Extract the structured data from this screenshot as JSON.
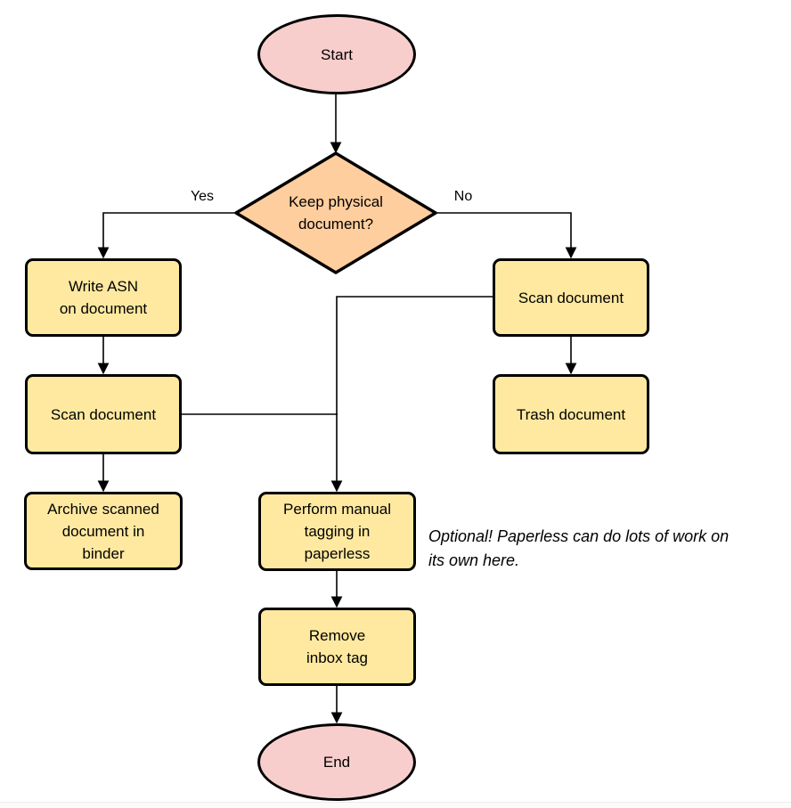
{
  "colors": {
    "background": "#ffffff",
    "terminator_fill": "#f8cecc",
    "decision_fill": "#ffce9e",
    "process_fill": "#ffe9a0",
    "border": "#000000",
    "connector": "#000000",
    "text": "#000000"
  },
  "nodes": {
    "start": {
      "label": "Start",
      "shape": "ellipse"
    },
    "decision": {
      "label": "Keep physical\ndocument?",
      "shape": "diamond"
    },
    "write_asn": {
      "label": "Write ASN\non document",
      "shape": "process"
    },
    "scan_left": {
      "label": "Scan document",
      "shape": "process"
    },
    "archive": {
      "label": "Archive scanned\ndocument in\nbinder",
      "shape": "process"
    },
    "scan_right": {
      "label": "Scan document",
      "shape": "process"
    },
    "trash": {
      "label": "Trash document",
      "shape": "process"
    },
    "tagging": {
      "label": "Perform manual\ntagging in\npaperless",
      "shape": "process"
    },
    "remove_inbox": {
      "label": "Remove\ninbox tag",
      "shape": "process"
    },
    "end": {
      "label": "End",
      "shape": "ellipse"
    }
  },
  "edge_labels": {
    "yes": "Yes",
    "no": "No"
  },
  "annotation": {
    "text": "Optional! Paperless can do lots of work on\nits own here."
  }
}
